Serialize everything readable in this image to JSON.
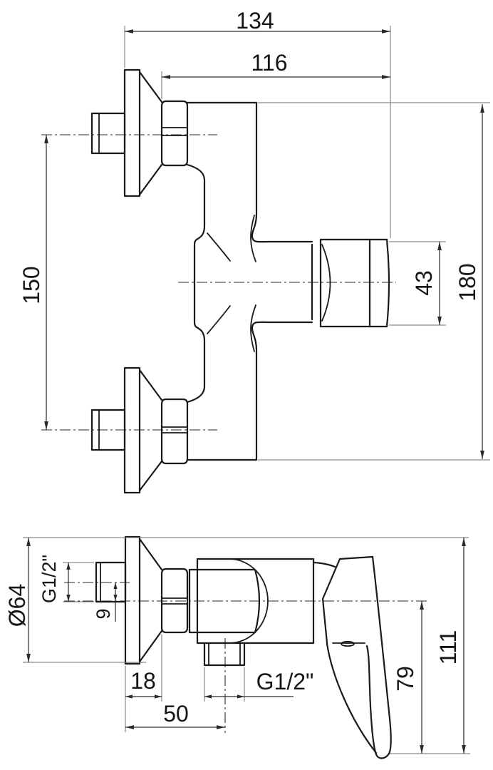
{
  "style": {
    "background": "#ffffff",
    "line_color": "#1a1a1a",
    "dimension_color": "#2a2a2a",
    "extension_color": "#6f6f6f"
  },
  "drawing": {
    "front_view": {
      "dims": {
        "total_width": "134",
        "body_width": "116",
        "inlet_spacing": "150",
        "total_height": "180",
        "cartridge_diameter": "43"
      }
    },
    "side_view": {
      "dims": {
        "flange_diameter": "Ø64",
        "inlet_thread": "G1/2\"",
        "eccentric_offset": "9",
        "wall_to_nut": "18",
        "wall_to_outlet_axis": "50",
        "outlet_thread": "G1/2\"",
        "axis_to_handle_tip": "79",
        "total_depth": "111"
      }
    }
  }
}
